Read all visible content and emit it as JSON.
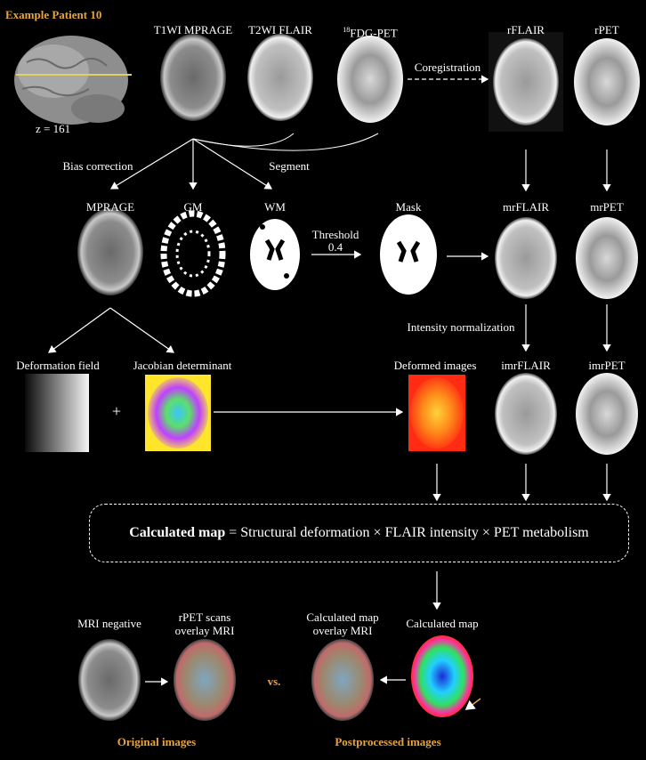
{
  "title": "Example Patient 10",
  "slice_label": "z = 161",
  "row1": {
    "t1": "T1WI MPRAGE",
    "t2": "T2WI FLAIR",
    "pet_sup": "18",
    "pet": "FDG-PET",
    "coreg": "Coregistration",
    "rflair": "rFLAIR",
    "rpet": "rPET"
  },
  "steps": {
    "bias": "Bias correction",
    "segment": "Segment",
    "threshold": "Threshold",
    "threshold_value": "0.4",
    "intensity": "Intensity normalization"
  },
  "row2": {
    "mprage": "MPRAGE",
    "gm": "GM",
    "wm": "WM",
    "mask": "Mask",
    "mrflair": "mrFLAIR",
    "mrpet": "mrPET"
  },
  "row3": {
    "deform": "Deformation field",
    "jacobian": "Jacobian determinant",
    "plus": "+",
    "deformed": "Deformed images",
    "imrflair": "imrFLAIR",
    "imrpet": "imrPET"
  },
  "formula": {
    "bold": "Calculated map",
    "rest": "= Structural deformation × FLAIR intensity × PET metabolism"
  },
  "bottom": {
    "mri_negative": "MRI negative",
    "rpet_overlay_1": "rPET scans",
    "rpet_overlay_2": "overlay MRI",
    "vs": "vs.",
    "calc_overlay_1": "Calculated map",
    "calc_overlay_2": "overlay MRI",
    "calc_map": "Calculated map",
    "original": "Original images",
    "postprocessed": "Postprocessed images"
  }
}
